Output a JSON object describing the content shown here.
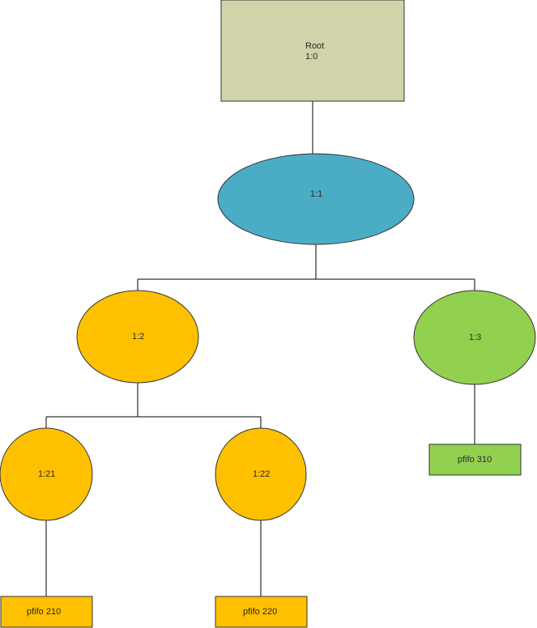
{
  "colors": {
    "root": "#D3D3A9",
    "class_blue": "#4BACC6",
    "class_orange": "#FFC000",
    "class_green": "#92D050",
    "leaf_orange": "#FFC000",
    "leaf_green": "#92D050",
    "line": "#000000"
  },
  "nodes": {
    "root": {
      "line1": "Root",
      "line2": "1:0"
    },
    "n11": {
      "label": "1:1"
    },
    "n12": {
      "label": "1:2"
    },
    "n13": {
      "label": "1:3"
    },
    "n121": {
      "label": "1:21"
    },
    "n122": {
      "label": "1:22"
    },
    "q210": {
      "label": "pfifo 210"
    },
    "q220": {
      "label": "pfifo 220"
    },
    "q310": {
      "label": "pfifo 310"
    }
  }
}
